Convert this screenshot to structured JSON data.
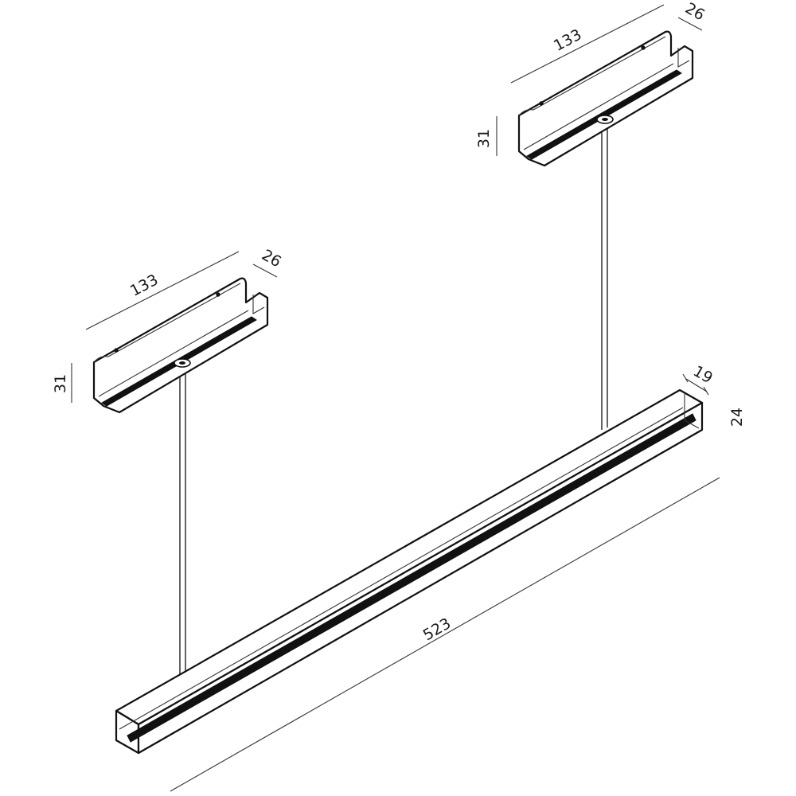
{
  "drawing": {
    "description_labels": {
      "bar_length": "523",
      "bar_width": "19",
      "bar_height": "24",
      "canopy_left_length": "133",
      "canopy_left_width": "26",
      "canopy_left_height": "31",
      "canopy_right_length": "133",
      "canopy_right_width": "26",
      "canopy_right_height": "31"
    }
  }
}
